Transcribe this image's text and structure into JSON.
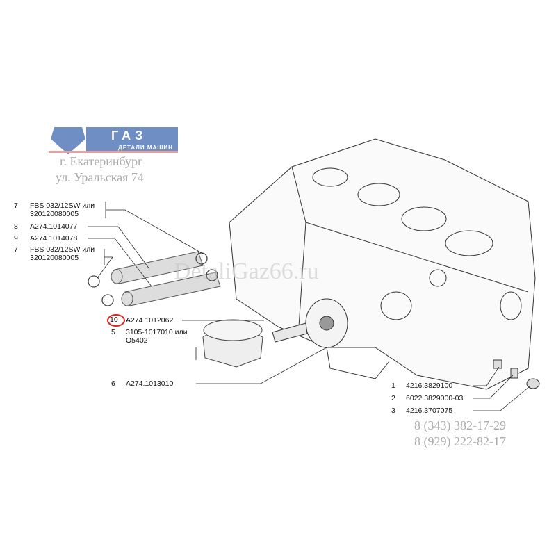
{
  "logo": {
    "brand": "ГАЗ",
    "subtitle": "ДЕТАЛИ МАШИН",
    "city": "г. Екатеринбург",
    "address": "ул. Уральская 74"
  },
  "watermark": "DetaliGaz66.ru",
  "phones": [
    "8 (343) 382-17-29",
    "8 (929) 222-82-17"
  ],
  "parts_left": [
    {
      "num": "7",
      "code": "FBS 032/12SW или",
      "code2": "320120080005"
    },
    {
      "num": "8",
      "code": "A274.1014077"
    },
    {
      "num": "9",
      "code": "A274.1014078"
    },
    {
      "num": "7",
      "code": "FBS 032/12SW или",
      "code2": "320120080005"
    },
    {
      "num": "10",
      "code": "A274.1012062",
      "highlighted": true
    },
    {
      "num": "5",
      "code": "3105-1017010 или",
      "code2": "O5402"
    },
    {
      "num": "6",
      "code": "A274.1013010"
    }
  ],
  "parts_right": [
    {
      "num": "1",
      "code": "4216.3829100"
    },
    {
      "num": "2",
      "code": "6022.3829000-03"
    },
    {
      "num": "3",
      "code": "4216.3707075"
    }
  ],
  "colors": {
    "logo_blue": "#6f8fc4",
    "highlight": "#dd2222",
    "watermark": "#a8a8a8"
  }
}
